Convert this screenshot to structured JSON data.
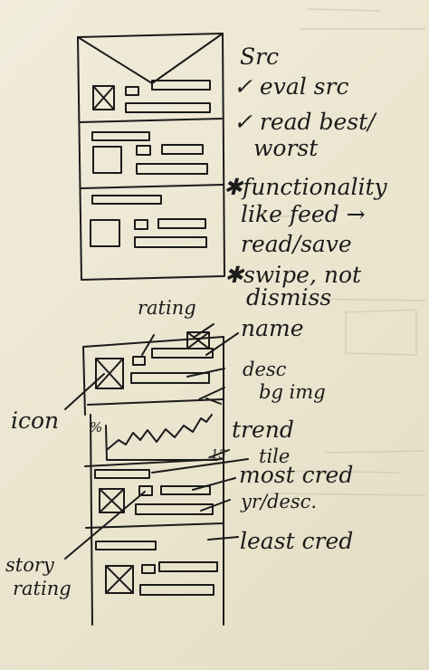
{
  "sketch1_notes": {
    "src": "Src",
    "eval": "✓ eval src",
    "read1": "✓ read best/",
    "read2": "worst",
    "func1": "✱functionality",
    "func2": "like feed →",
    "func3": "read/save",
    "swipe1": "✱swipe, not",
    "swipe2": "dismiss"
  },
  "sketch2_notes": {
    "rating": "rating",
    "name": "name",
    "desc": "desc",
    "bg_img": "bg img",
    "icon": "icon",
    "trend": "trend",
    "tile": "tile",
    "most_cred": "most cred",
    "yr_desc": "yr/desc.",
    "least_cred": "least cred",
    "story_rating_1": "story",
    "story_rating_2": "rating"
  },
  "chart_axis": {
    "y_label": "%",
    "x_label": ".15"
  },
  "colors": {
    "paper": "#ece7d3",
    "ink": "#1b1b1b"
  }
}
